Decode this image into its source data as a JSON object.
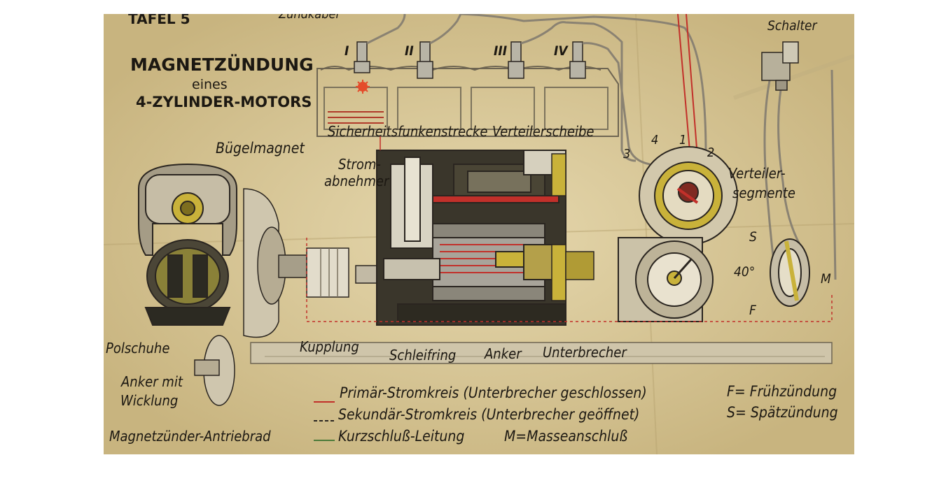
{
  "poster": {
    "plate": "TAFEL 5",
    "top_partial": "Zündkabel",
    "title": "MAGNETZÜNDUNG",
    "subtitle_1": "eines",
    "subtitle_2": "4-ZYLINDER-MOTORS",
    "cylinders": [
      "I",
      "II",
      "III",
      "IV"
    ],
    "labels": {
      "schalter": "Schalter",
      "sicherheit": "Sicherheitsfunkenstrecke",
      "verteilerscheibe": "Verteilerscheibe",
      "buegelmagnet": "Bügelmagnet",
      "strom_1": "Strom-",
      "strom_2": "abnehmer",
      "verteiler_seg_1": "Verteiler-",
      "verteiler_seg_2": "segmente",
      "s": "S",
      "deg": "40°",
      "m": "M",
      "f": "F",
      "polschuhe": "Polschuhe",
      "kupplung": "Kupplung",
      "schleifring": "Schleifring",
      "anker": "Anker",
      "unterbrecher": "Unterbrecher",
      "anker_mit": "Anker mit",
      "wicklung": "Wicklung",
      "antriebrad": "Magnetzünder-Antriebrad"
    },
    "segment_numbers": [
      "3",
      "4",
      "1",
      "2"
    ],
    "legend": {
      "primaer": "Primär-Stromkreis (Unterbrecher geschlossen)",
      "sekundaer": "Sekundär-Stromkreis (Unterbrecher geöffnet)",
      "kurzschluss": "Kurzschluß-Leitung",
      "masse": "M=Masseanschluß",
      "frueh": "F= Frühzündung",
      "spaet": "S= Spätzündung"
    },
    "colors": {
      "paper": "#d9c99a",
      "ink": "#1c1812",
      "primary_circuit": "#c2302a",
      "metal_yellow": "#c9b23a",
      "gray_metal": "#8d8a80"
    }
  }
}
